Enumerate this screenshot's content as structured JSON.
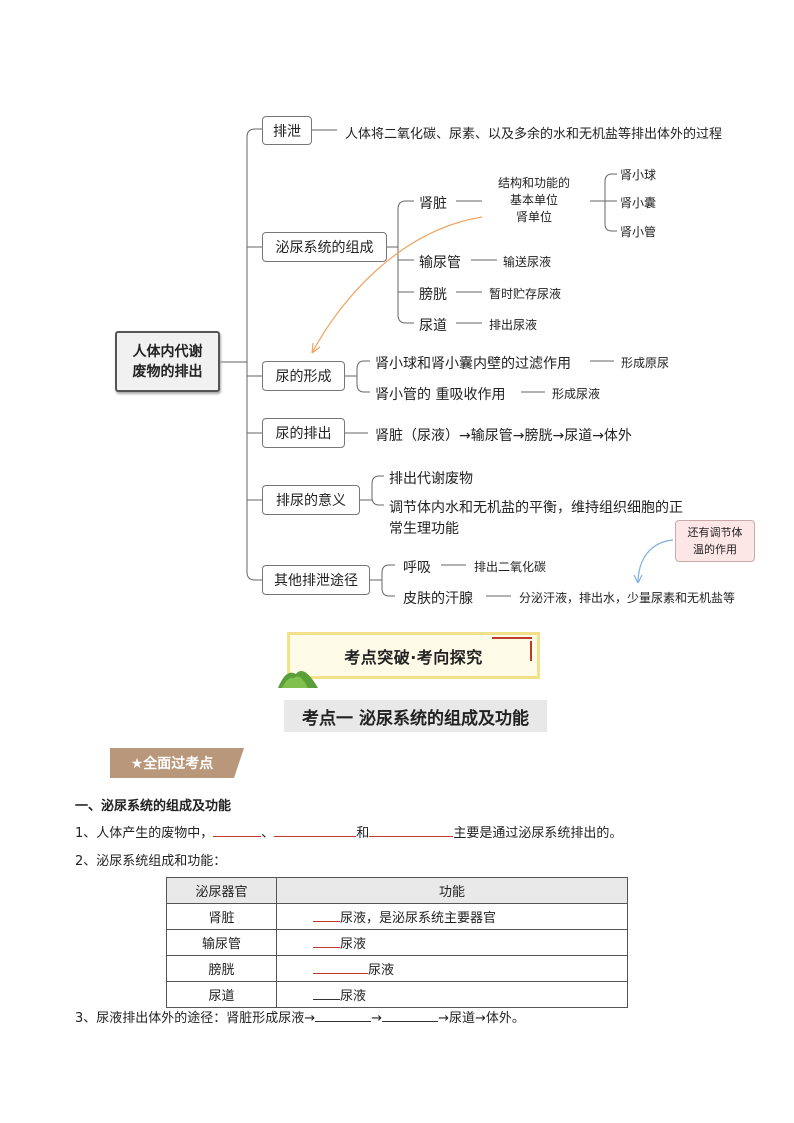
{
  "mindmap": {
    "root_line1": "人体内代谢",
    "root_line2": "废物的排出",
    "excretion": {
      "label": "排泄",
      "desc": "人体将二氧化碳、尿素、以及多余的水和无机盐等排出体外的过程"
    },
    "urinary": {
      "label": "泌尿系统的组成",
      "kidney": "肾脏",
      "unit_line1": "结构和功能的",
      "unit_line2": "基本单位",
      "unit_line3": "肾单位",
      "nephron_parts": [
        "肾小球",
        "肾小囊",
        "肾小管"
      ],
      "ureter": "输尿管",
      "ureter_fn": "输送尿液",
      "bladder": "膀胱",
      "bladder_fn": "暂时贮存尿液",
      "urethra": "尿道",
      "urethra_fn": "排出尿液"
    },
    "formation": {
      "label": "尿的形成",
      "step1": "肾小球和肾小囊内壁的过滤作用",
      "step1_result": "形成原尿",
      "step2": "肾小管的 重吸收作用",
      "step2_result": "形成尿液"
    },
    "discharge": {
      "label": "尿的排出",
      "path": "肾脏（尿液）→输尿管→膀胱→尿道→体外"
    },
    "significance": {
      "label": "排尿的意义",
      "item1": "排出代谢废物",
      "item2_line1": "调节体内水和无机盐的平衡，维持组织细胞的正",
      "item2_line2": "常生理功能"
    },
    "other": {
      "label": "其他排泄途径",
      "breath": "呼吸",
      "breath_fn": "排出二氧化碳",
      "sweat": "皮肤的汗腺",
      "sweat_fn": "分泌汗液，排出水，少量尿素和无机盐等",
      "note_line1": "还有调节体",
      "note_line2": "温的作用"
    }
  },
  "banner": "考点突破·考向探究",
  "section_title": "考点一    泌尿系统的组成及功能",
  "tag": "★全面过考点",
  "content": {
    "heading": "一、泌尿系统的组成及功能",
    "q1_a": "1、人体产生的废物中，",
    "q1_b": "、",
    "q1_c": "和",
    "q1_d": "主要是通过泌尿系统排出的。",
    "q2": "2、泌尿系统组成和功能：",
    "table": {
      "headers": [
        "泌尿器官",
        "功能"
      ],
      "rows": [
        {
          "organ": "肾脏",
          "fn": "尿液，是泌尿系统主要器官"
        },
        {
          "organ": "输尿管",
          "fn": "尿液"
        },
        {
          "organ": "膀胱",
          "fn": "尿液"
        },
        {
          "organ": "尿道",
          "fn": "尿液"
        }
      ]
    },
    "q3_a": "3、尿液排出体外的途径：肾脏形成尿液→",
    "q3_b": "→",
    "q3_c": "→尿道→体外。"
  }
}
